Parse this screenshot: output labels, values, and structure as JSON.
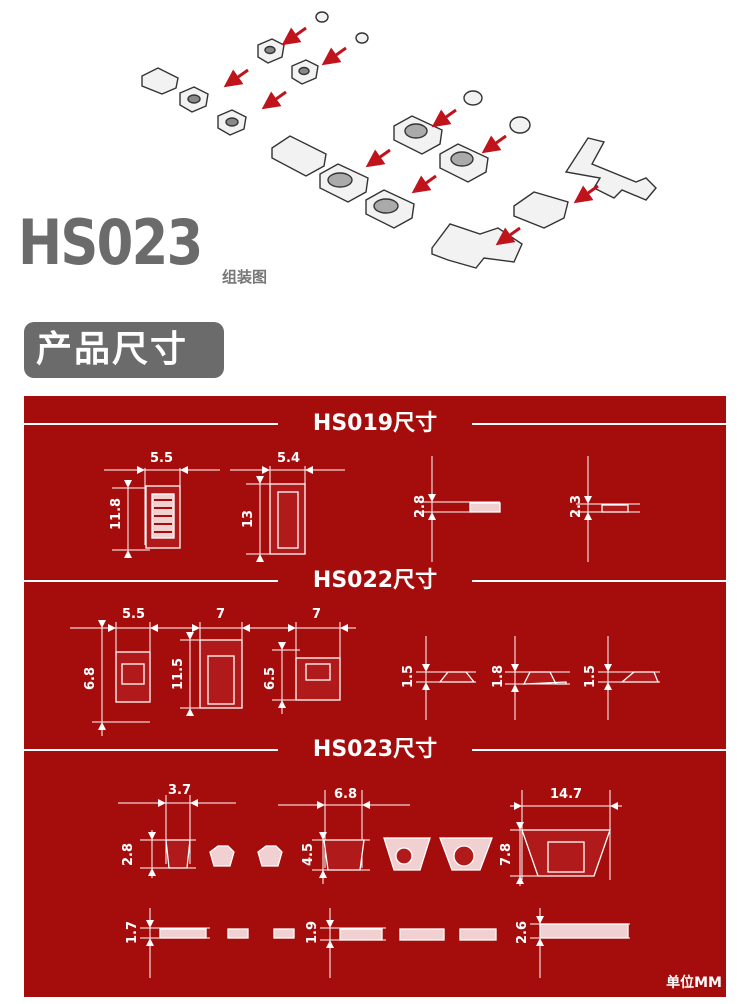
{
  "header": {
    "model": "HS023",
    "subtitle": "组装图",
    "section_badge": "产品尺寸"
  },
  "sections": [
    {
      "title": "HS019尺寸",
      "dims": [
        "5.5",
        "5.4",
        "11.8",
        "13",
        "2.8",
        "2.3"
      ]
    },
    {
      "title": "HS022尺寸",
      "dims": [
        "5.5",
        "7",
        "7",
        "6.8",
        "11.5",
        "6.5",
        "1.5",
        "1.8",
        "1.5"
      ]
    },
    {
      "title": "HS023尺寸",
      "dims": [
        "3.7",
        "6.8",
        "14.7",
        "2.8",
        "4.5",
        "7.8",
        "1.7",
        "1.9",
        "2.6"
      ]
    }
  ],
  "unit": "单位MM",
  "colors": {
    "panel": "#a50d0d",
    "title_gray": "#6b6b6b",
    "arrow_red": "#c0141c",
    "part_fill": "#f2f2f2",
    "part_stroke": "#333333"
  }
}
